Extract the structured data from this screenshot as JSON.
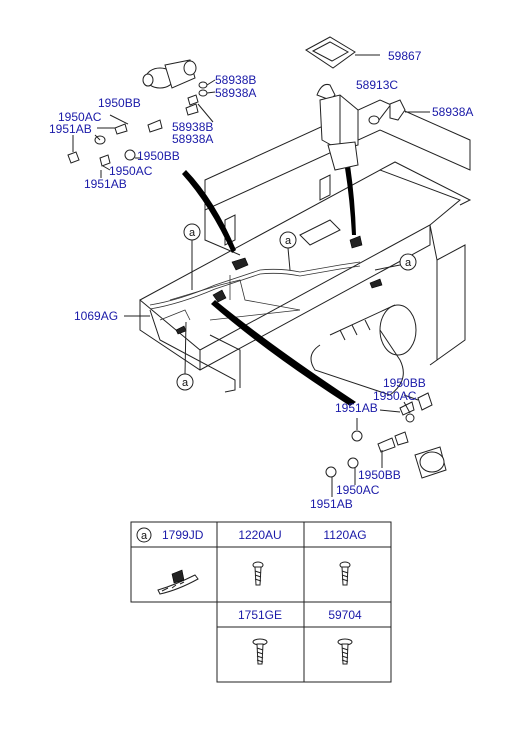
{
  "callouts": {
    "c59867": "59867",
    "c58913C": "58913C",
    "c58938A_right": "58938A",
    "c58938B_top": "58938B",
    "c58938A_top": "58938A",
    "c1950BB_tl": "1950BB",
    "c1950AC_tl": "1950AC",
    "c1951AB_tl": "1951AB",
    "c58938B_mid": "58938B",
    "c58938A_mid": "58938A",
    "c1950BB_tl2": "1950BB",
    "c1950AC_tl2": "1950AC",
    "c1951AB_tl2": "1951AB",
    "c1069AG": "1069AG",
    "c1950BB_br": "1950BB",
    "c1950AC_br": "1950AC",
    "c1951AB_br": "1951AB",
    "c1950BB_br2": "1950BB",
    "c1950AC_br2": "1950AC",
    "c1951AB_br2": "1951AB",
    "marker_a1": "a",
    "marker_a2": "a",
    "marker_a3": "a",
    "marker_a4": "a"
  },
  "legend_table": {
    "row1": [
      {
        "marker": "a",
        "code": "1799JD"
      },
      {
        "code": "1220AU"
      },
      {
        "code": "1120AG"
      }
    ],
    "row2": [
      {
        "code": "1751GE"
      },
      {
        "code": "59704"
      }
    ]
  },
  "colors": {
    "callout_text": "#1a1aa8",
    "line": "#222222"
  }
}
